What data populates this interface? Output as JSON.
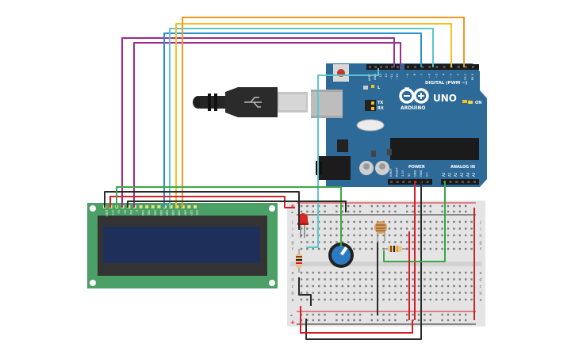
{
  "arduino": {
    "brand": "UNO",
    "digital_header": "DIGITAL (PWM ~)",
    "power_header": "POWER",
    "analog_header": "ANALOG IN",
    "on_label": "ON",
    "led_l": "L",
    "led_tx": "TX",
    "led_rx": "RX",
    "digital_pins": [
      "AREF",
      "GND",
      "13",
      "12",
      "~11",
      "~10",
      "~9",
      "8",
      "7",
      "~6",
      "~5",
      "4",
      "~3",
      "2",
      "TX 1",
      "RX 0"
    ],
    "power_pins": [
      "IOREF",
      "RESET",
      "3.3V",
      "5V",
      "GND",
      "GND",
      "Vin"
    ],
    "analog_pins": [
      "A0",
      "A1",
      "A2",
      "A3",
      "A4",
      "A5"
    ]
  },
  "lcd": {
    "pin_labels": [
      "GND",
      "VCC",
      "V0",
      "RS",
      "RW",
      "E",
      "DB0",
      "DB1",
      "DB2",
      "DB3",
      "DB4",
      "DB5",
      "DB6",
      "DB7",
      "LED",
      "LED"
    ]
  },
  "breadboard": {
    "row_letters_top": [
      "j",
      "i",
      "h",
      "g",
      "f"
    ],
    "row_letters_bottom": [
      "e",
      "d",
      "c",
      "b",
      "a"
    ],
    "plus": "+",
    "minus": "-"
  },
  "colors": {
    "arduino_board": "#2e6a98",
    "lcd_board": "#4aa066",
    "lcd_screen": "#1e2f5a",
    "breadboard": "#e4e4e4",
    "wire_red": "#d3202a",
    "wire_black": "#2a2a2a",
    "wire_green": "#3aa845",
    "wire_purple": "#9b2d8f",
    "wire_blue": "#2a8fd0",
    "wire_teal": "#5cc6cf",
    "wire_orange": "#ef9a1f",
    "wire_yellow": "#f2c21c"
  }
}
